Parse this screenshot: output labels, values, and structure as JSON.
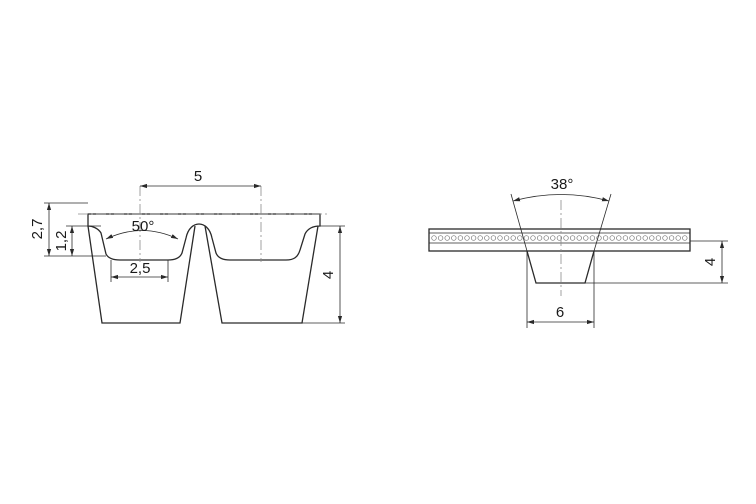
{
  "dimensions": {
    "pitch": "5",
    "angle_profile": "50°",
    "total_height": "2,7",
    "rib_height": "1,2",
    "tip_width": "2,5",
    "groove_depth": "4",
    "angle_section": "38°",
    "section_width": "6",
    "section_depth": "4"
  },
  "colors": {
    "line": "#2a2a2a",
    "centerline": "#8a8a8a",
    "background": "#ffffff"
  }
}
